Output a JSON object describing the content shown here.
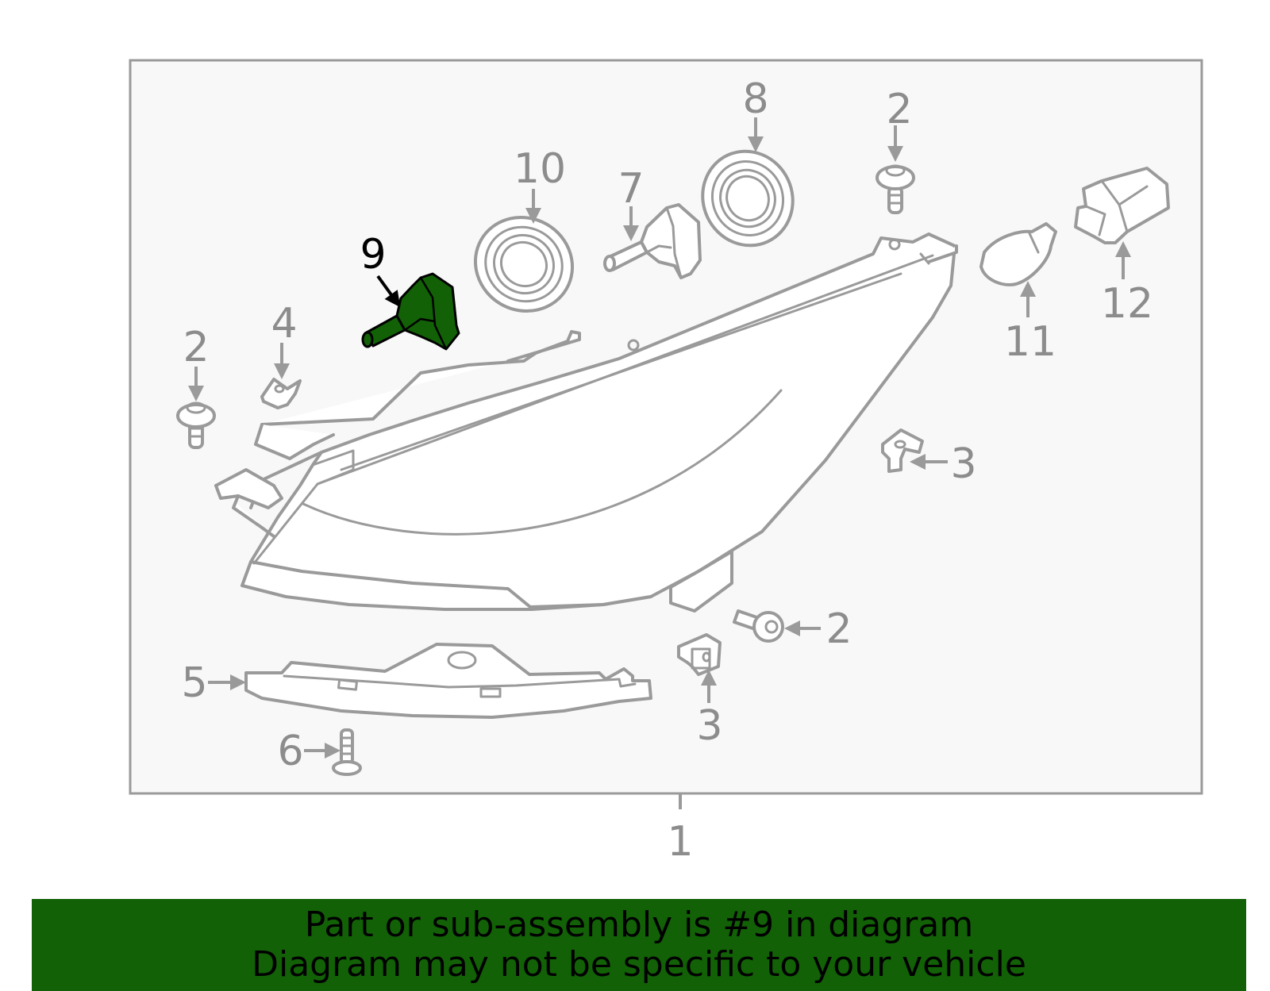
{
  "colors": {
    "highlight": "#126106",
    "parts": "#9a9a9a",
    "frame_bg": "#f8f8f8",
    "banner_bg": "#126106"
  },
  "callouts": {
    "c1": "1",
    "c2a": "2",
    "c2b": "2",
    "c2c": "2",
    "c3a": "3",
    "c3b": "3",
    "c4": "4",
    "c5": "5",
    "c6": "6",
    "c7": "7",
    "c8": "8",
    "c9": "9",
    "c10": "10",
    "c11": "11",
    "c12": "12"
  },
  "highlighted_part": "9",
  "banner": {
    "line1": "Part or sub-assembly is #9 in diagram",
    "line2": "Diagram may not be specific to your vehicle"
  }
}
